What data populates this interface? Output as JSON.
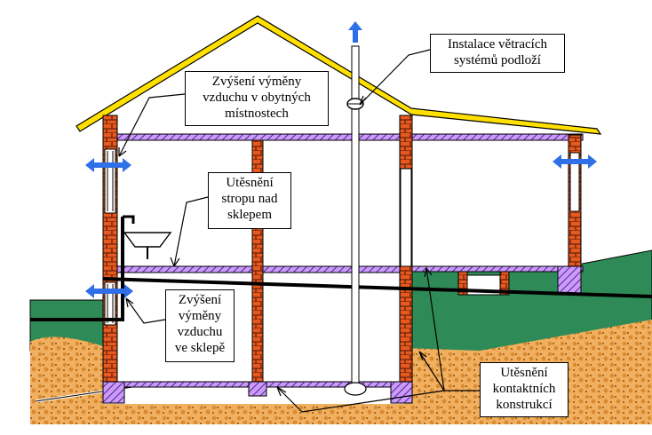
{
  "diagram": {
    "labels": {
      "instalace": [
        "Instalace větracích",
        "systémů podloží"
      ],
      "vymena_obytne": [
        "Zvýšení výměny",
        "vzduchu v obytných",
        "místnostech"
      ],
      "utesneni_stropu": [
        "Utěsnění",
        "stropu nad",
        "sklepem"
      ],
      "vymena_sklep": [
        "Zvýšení",
        "výměny",
        "vzduchu",
        "ve sklepě"
      ],
      "utesneni_kontaktnich": [
        "Utěsnění",
        "kontaktních",
        "konstrukcí"
      ]
    },
    "colors": {
      "roof": "#FFE000",
      "brick": "#E8591E",
      "mortar": "#7A2A10",
      "slab": "#CC99FF",
      "soil_green": "#2E8B57",
      "soil_sand": "#F0B060",
      "arrow_blue": "#2F6FE8"
    }
  }
}
